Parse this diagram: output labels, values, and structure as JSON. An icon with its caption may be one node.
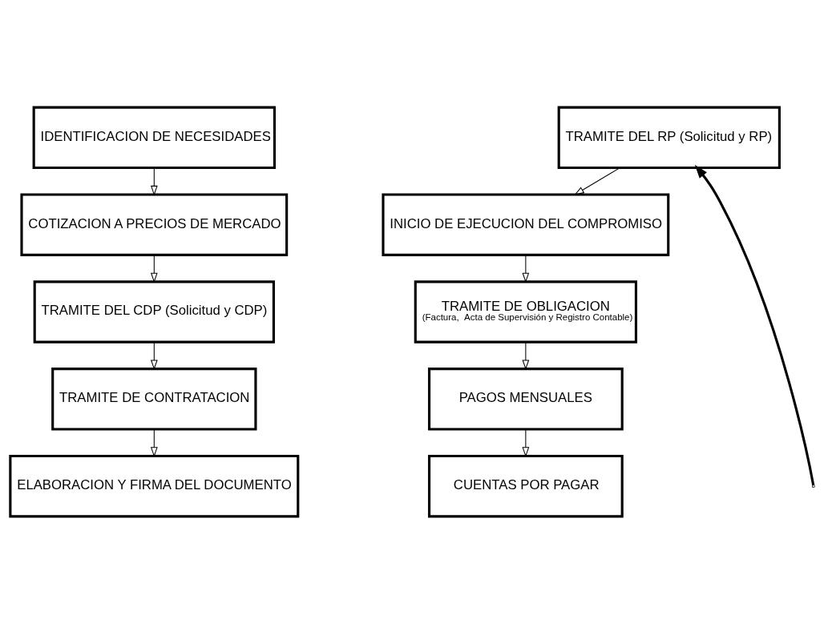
{
  "diagram": {
    "nodes": [
      {
        "text": [
          "IDENTIFICACION DE NECESIDADES"
        ]
      },
      {
        "text": [
          "COTIZACION A PRECIOS DE MERCADO"
        ]
      },
      {
        "text": [
          "TRAMITE DEL CDP (Solicitud y CDP)"
        ]
      },
      {
        "text": [
          "TRAMITE DE CONTRATACION"
        ]
      },
      {
        "text": [
          "ELABORACION Y FIRMA DEL DOCUMENTO"
        ]
      },
      {
        "text": [
          "TRAMITE DEL RP (Solicitud y RP)"
        ]
      },
      {
        "text": [
          "INICIO DE EJECUCION DEL COMPROMISO"
        ]
      },
      {
        "text": [
          "TRAMITE DE OBLIGACION",
          "(Factura,  Acta de Supervisión y Registro Contable)"
        ]
      },
      {
        "text": [
          "PAGOS MENSUALES"
        ]
      },
      {
        "text": [
          "CUENTAS POR PAGAR"
        ]
      }
    ],
    "edges": [
      {
        "from": 0,
        "to": 1,
        "arrow": "to"
      },
      {
        "from": 1,
        "to": 2,
        "arrow": "to"
      },
      {
        "from": 2,
        "to": 3,
        "arrow": "to"
      },
      {
        "from": 3,
        "to": 4,
        "arrow": "to"
      },
      {
        "from": null,
        "to": 5,
        "arrow": "to",
        "style": "thick"
      },
      {
        "from": 5,
        "to": 6,
        "arrow": "to"
      },
      {
        "from": 6,
        "to": 7,
        "arrow": "to"
      },
      {
        "from": 7,
        "to": 8,
        "arrow": "to"
      },
      {
        "from": 8,
        "to": 9,
        "arrow": "to"
      }
    ]
  }
}
